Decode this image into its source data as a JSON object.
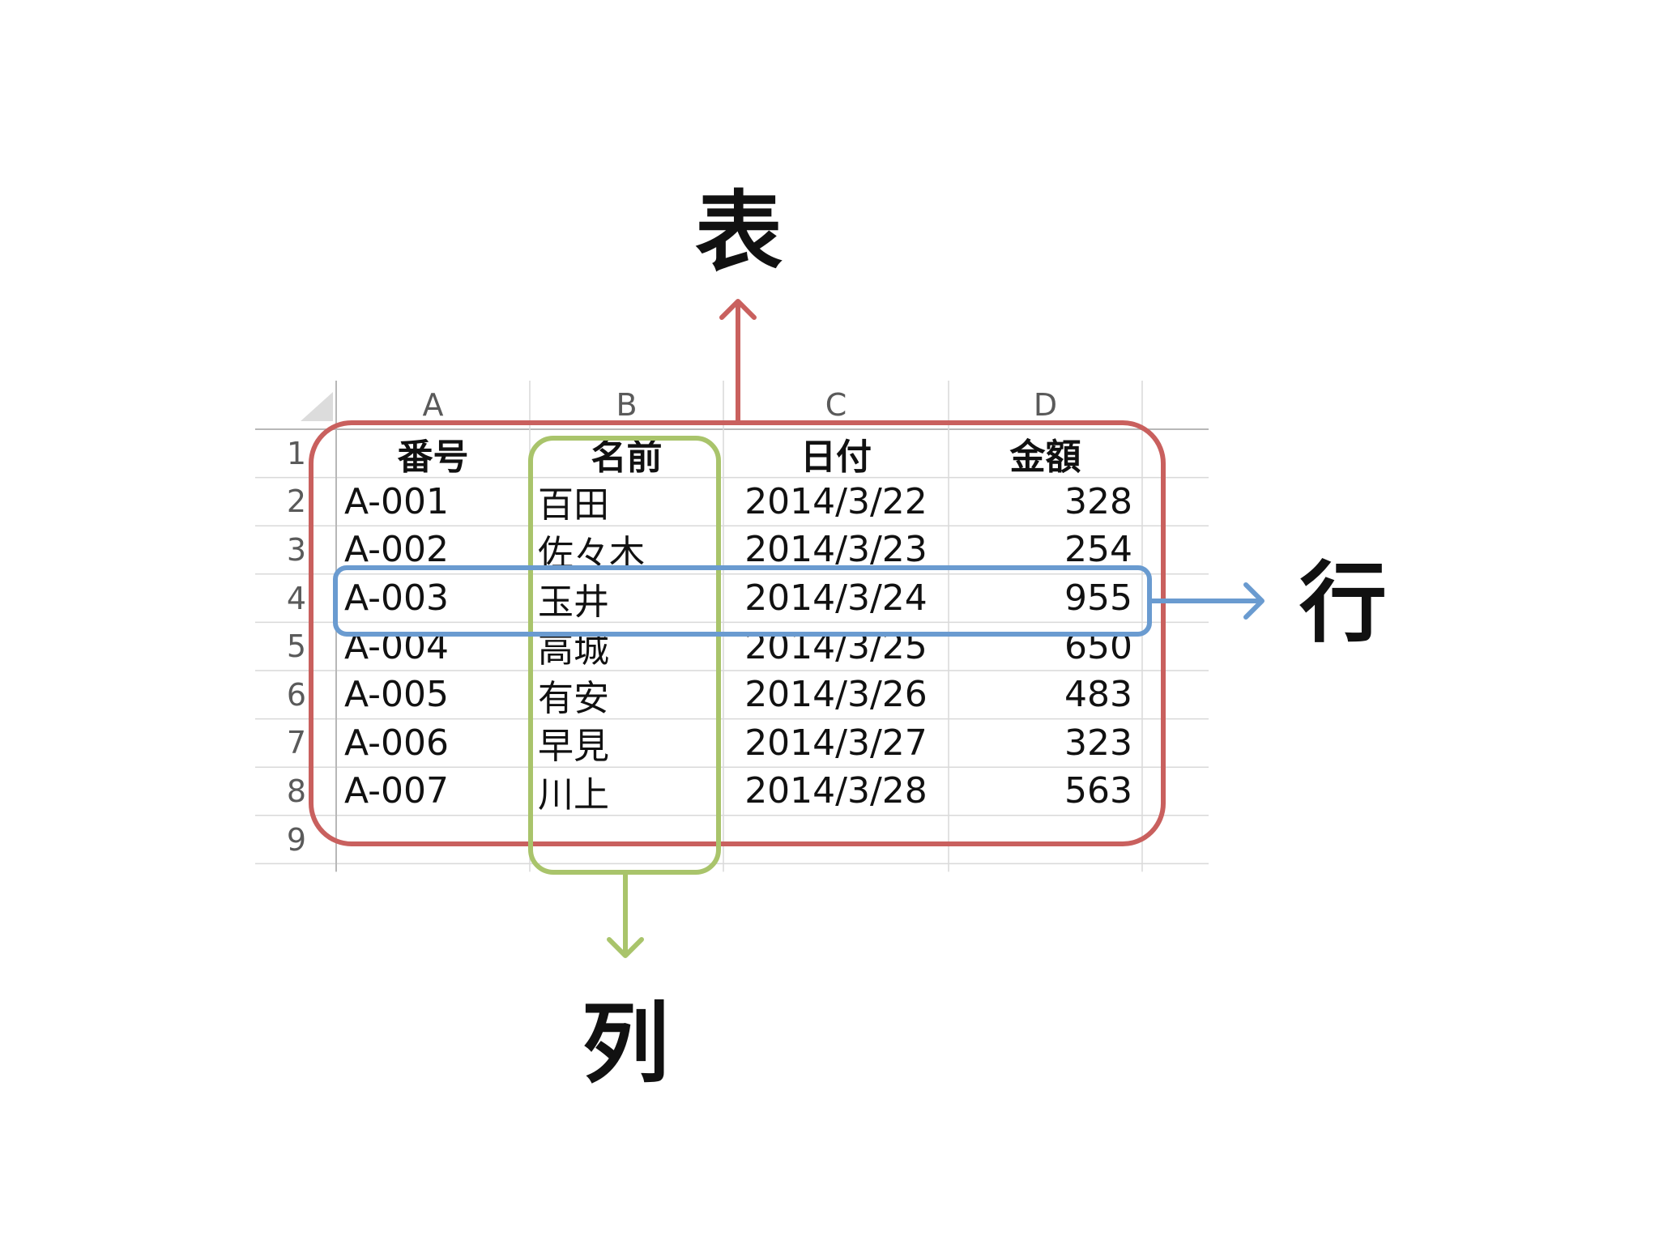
{
  "spreadsheet": {
    "column_headers": [
      "A",
      "B",
      "C",
      "D"
    ],
    "row_numbers": [
      "1",
      "2",
      "3",
      "4",
      "5",
      "6",
      "7",
      "8",
      "9"
    ],
    "header_row": [
      "番号",
      "名前",
      "日付",
      "金額"
    ],
    "rows": [
      [
        "A-001",
        "百田",
        "2014/3/22",
        "328"
      ],
      [
        "A-002",
        "佐々木",
        "2014/3/23",
        "254"
      ],
      [
        "A-003",
        "玉井",
        "2014/3/24",
        "955"
      ],
      [
        "A-004",
        "高城",
        "2014/3/25",
        "650"
      ],
      [
        "A-005",
        "有安",
        "2014/3/26",
        "483"
      ],
      [
        "A-006",
        "早見",
        "2014/3/27",
        "323"
      ],
      [
        "A-007",
        "川上",
        "2014/3/28",
        "563"
      ]
    ]
  },
  "annotations": {
    "table_label": "表",
    "row_label": "行",
    "column_label": "列",
    "table_color": "#c9605e",
    "row_color": "#6a9bd0",
    "column_color": "#a9c46b"
  }
}
